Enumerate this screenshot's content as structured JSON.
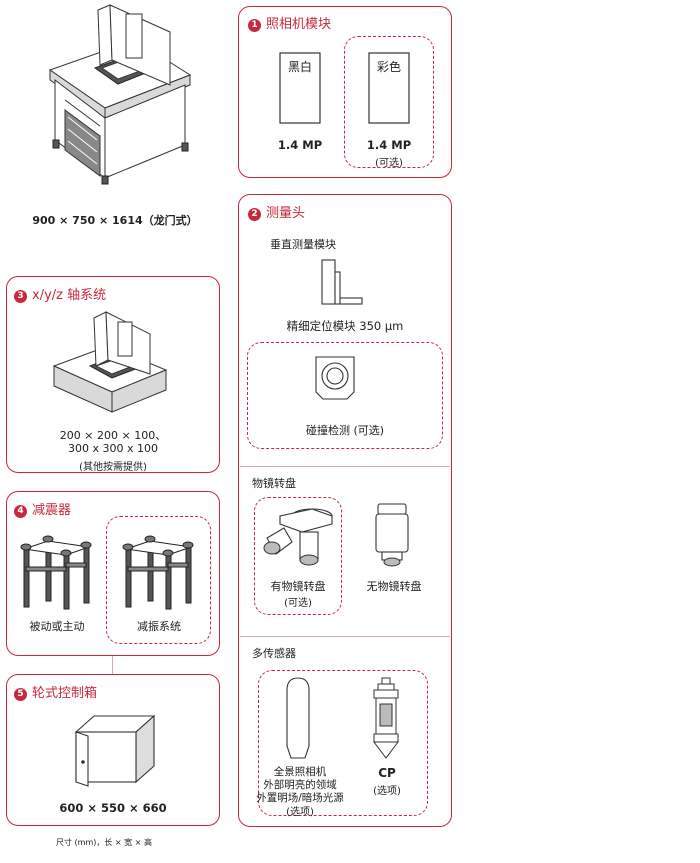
{
  "machine": {
    "dimensions": "900 × 750 × 1614（龙门式）"
  },
  "camera_module": {
    "number": "1",
    "title": "照相机模块",
    "mono": {
      "label": "黑白",
      "resolution": "1.4 MP"
    },
    "color": {
      "label": "彩色",
      "resolution": "1.4 MP",
      "note": "(可选)"
    }
  },
  "measuring_head": {
    "number": "2",
    "title": "测量头",
    "vertical": {
      "label": "垂直测量模块",
      "caption": "精细定位模块 350 µm"
    },
    "touch": {
      "caption": "碰撞检测 (可选)"
    },
    "turret": {
      "label": "物镜转盘",
      "with": {
        "caption": "有物镜转盘",
        "note": "(可选)"
      },
      "without": {
        "caption": "无物镜转盘"
      }
    },
    "multisensor": {
      "label": "多传感器",
      "camera": {
        "line1": "全景照相机",
        "line2": "外部明亮的领域",
        "line3": "外置明场/暗场光源",
        "note": "(选项)"
      },
      "cp": {
        "label": "CP",
        "note": "(选项)"
      }
    }
  },
  "axis_system": {
    "number": "3",
    "title": "x/y/z 轴系统",
    "line1": "200 × 200 × 100、",
    "line2": "300 x 300 x 100",
    "note": "(其他按需提供)"
  },
  "damping": {
    "number": "4",
    "title": "减震器",
    "passive": {
      "caption": "被动或主动"
    },
    "system": {
      "caption": "减振系统"
    }
  },
  "control_box": {
    "number": "5",
    "title": "轮式控制箱",
    "dimensions": "600 × 550 × 660"
  },
  "footnote": "尺寸 (mm)，长 × 宽 × 高",
  "colors": {
    "accent": "#c8283c",
    "divider": "#e5a4ad"
  }
}
